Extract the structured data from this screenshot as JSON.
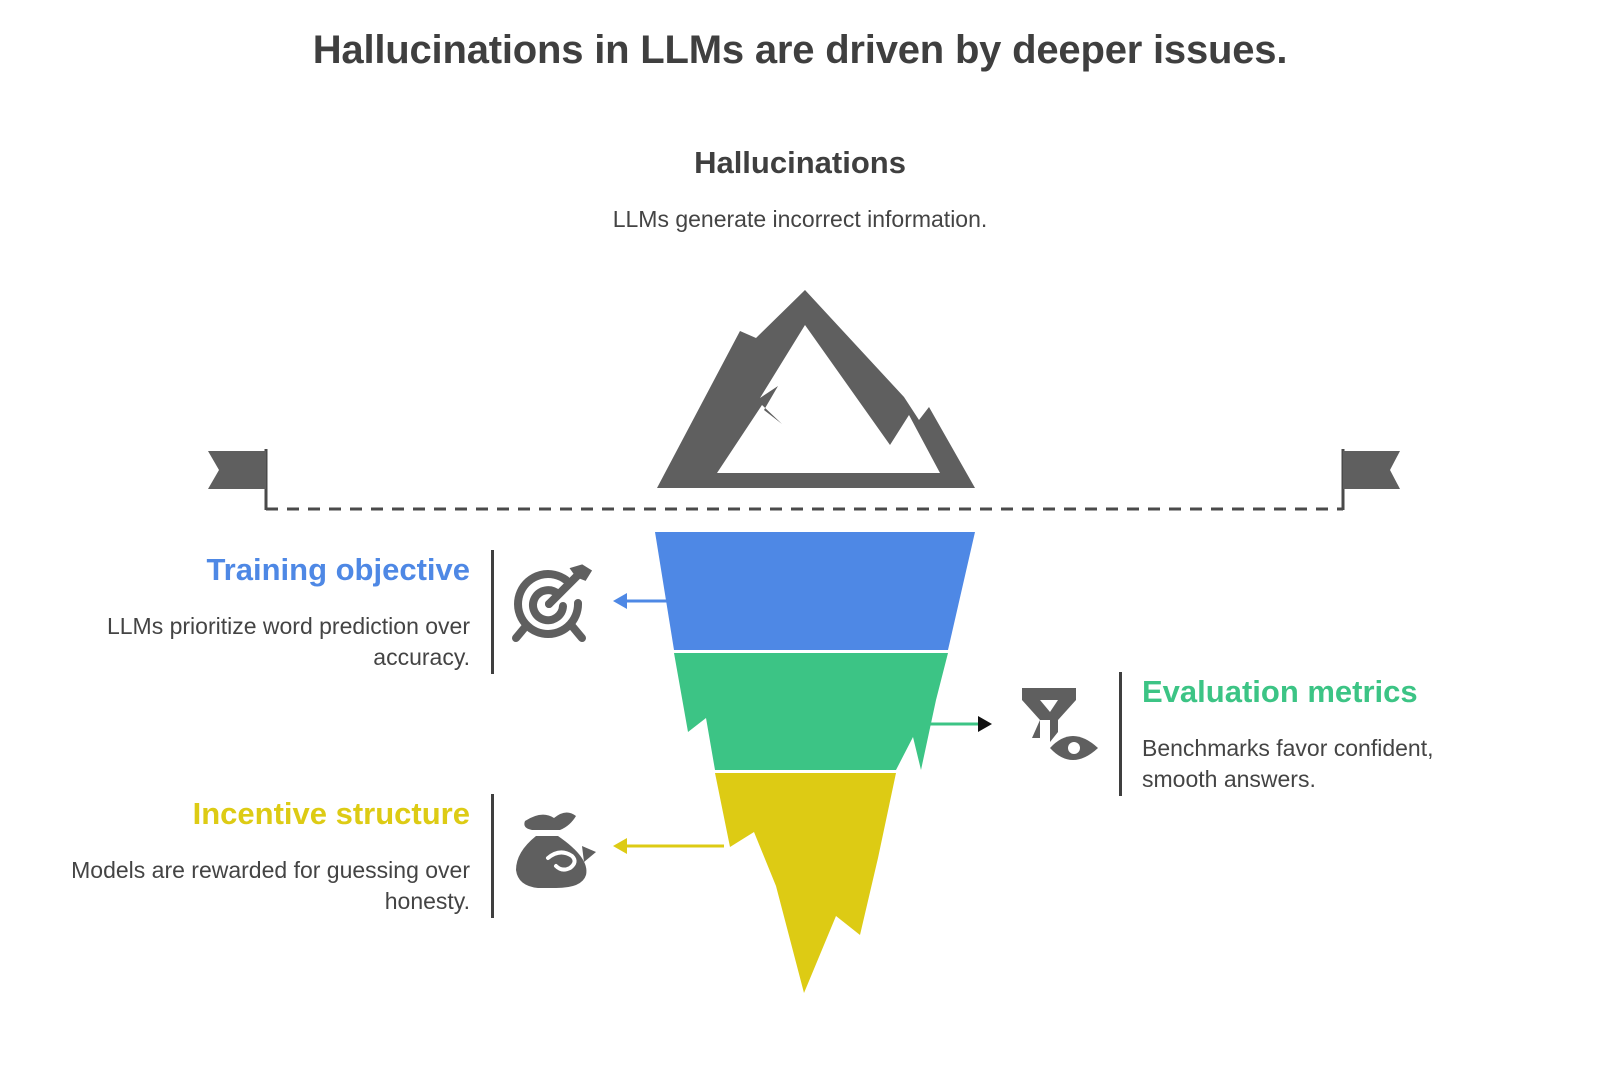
{
  "title": "Hallucinations in LLMs are driven by deeper issues.",
  "top": {
    "heading": "Hallucinations",
    "description": "LLMs generate incorrect information."
  },
  "layers": [
    {
      "id": "training",
      "title": "Training objective",
      "description": "LLMs prioritize word prediction over accuracy.",
      "color": "#4E88E5",
      "icon": "target-arrow-icon",
      "side": "left"
    },
    {
      "id": "evaluation",
      "title": "Evaluation metrics",
      "description": "Benchmarks favor confident, smooth answers.",
      "color": "#3CC485",
      "icon": "funnel-eye-icon",
      "side": "right"
    },
    {
      "id": "incentive",
      "title": "Incentive structure",
      "description": "Models are rewarded for guessing over honesty.",
      "color": "#DDCB14",
      "icon": "money-bag-icon",
      "side": "left"
    }
  ],
  "colors": {
    "text_dark": "#3f3f3f",
    "icon_gray": "#5f5f5f",
    "waterline": "#4a4a4a"
  }
}
